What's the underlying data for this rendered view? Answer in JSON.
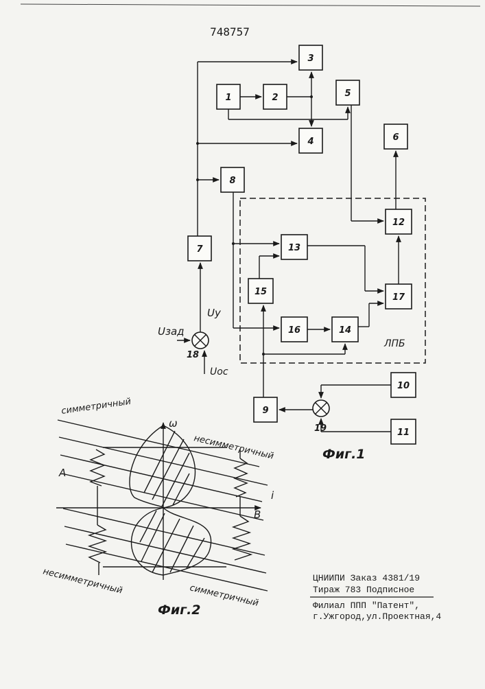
{
  "patent_number": "748757",
  "fig1": {
    "caption": "Фиг.1",
    "blocks": [
      "1",
      "2",
      "3",
      "4",
      "5",
      "6",
      "7",
      "8",
      "9",
      "10",
      "11",
      "12",
      "13",
      "14",
      "15",
      "16",
      "17"
    ],
    "summers": [
      "18",
      "19"
    ],
    "dashed_group_label": "ЛПБ",
    "signals": {
      "u_set": "Uзад",
      "u_y": "Uу",
      "u_fb": "Uос"
    }
  },
  "fig2": {
    "caption": "Фиг.2",
    "axis_omega": "ω",
    "axis_i": "i",
    "label_a": "A",
    "label_b": "B",
    "symmetric": "симметричный",
    "asymmetric": "несимметричный"
  },
  "imprint": {
    "line1": "ЦНИИПИ Заказ 4381/19",
    "line2": "Тираж 783 Подписное",
    "line3": "Филиал ППП \"Патент\",",
    "line4": "г.Ужгород,ул.Проектная,4"
  }
}
